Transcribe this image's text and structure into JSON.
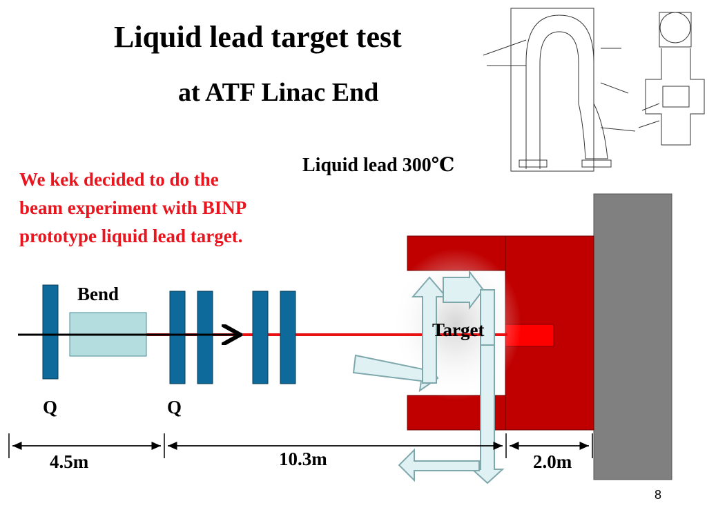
{
  "slide": {
    "title": "Liquid lead target test",
    "subtitle": "at ATF Linac End",
    "lead_label": "Liquid lead 300℃",
    "statement_lines": [
      "We  kek decided to do the",
      "beam experiment with BINP",
      "prototype liquid lead target."
    ],
    "page_number": "8"
  },
  "diagram": {
    "bend_label": "Bend",
    "target_label": "Target",
    "quad_labels": [
      "Q",
      "Q"
    ],
    "distances": [
      "4.5m",
      "10.3m",
      "2.0m"
    ],
    "colors": {
      "quad": "#0e6a9a",
      "bend": "#b4dde0",
      "beam": "#e81010",
      "shield": "#c00000",
      "wall": "#808080",
      "flow_arrow": "#e0f1f3"
    }
  }
}
